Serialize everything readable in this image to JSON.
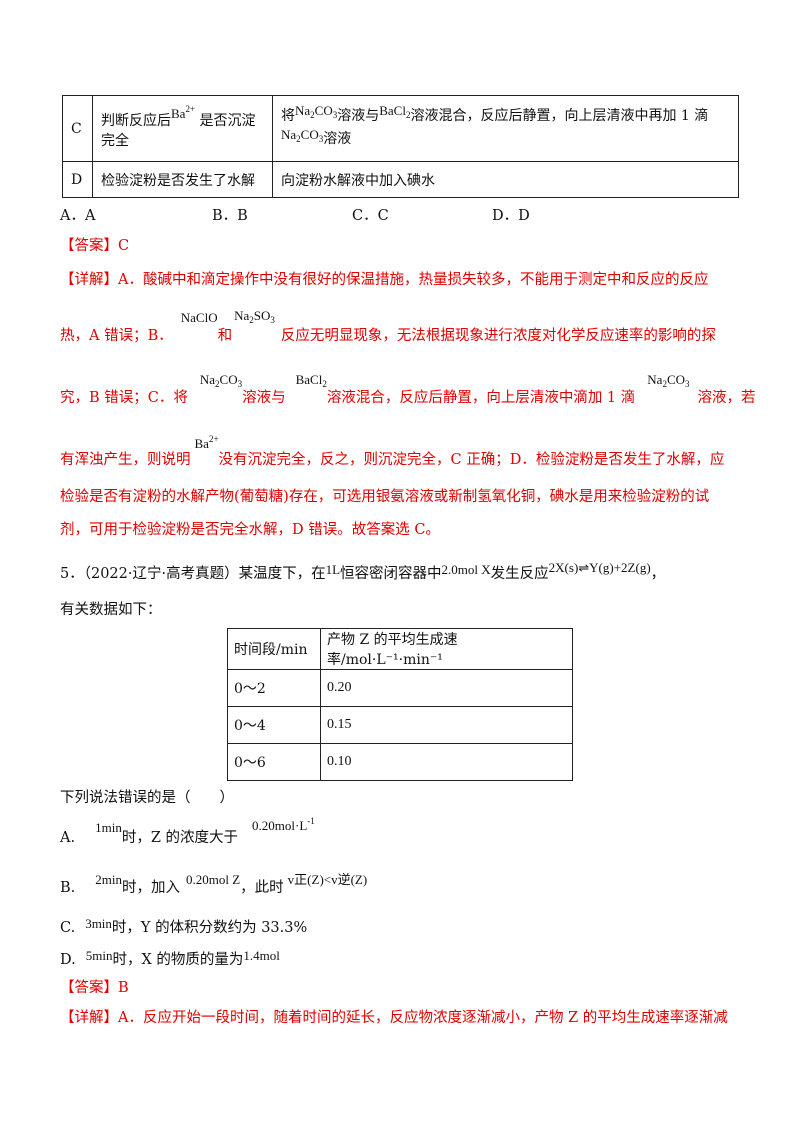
{
  "table1": {
    "rows": [
      {
        "letter": "C",
        "purpose_pre": "判断反应后",
        "ion": "Ba",
        "ion_charge": "2+",
        "purpose_post": "是否沉淀",
        "purpose_line2": "完全",
        "op_1": "将",
        "op_f1": "Na",
        "op_f1_sub": "2",
        "op_f1b": "CO",
        "op_f1_sub2": "3",
        "op_2": "溶液与",
        "op_f2": "BaCl",
        "op_f2_sub": "2",
        "op_3": "溶液混合，反应后静置，向上层清液中再加 1 滴",
        "op_f3": "Na",
        "op_f3_sub": "2",
        "op_f3b": "CO",
        "op_f3_sub2": "3",
        "op_4": "溶液"
      },
      {
        "letter": "D",
        "purpose": "检验淀粉是否发生了水解",
        "operation": "向淀粉水解液中加入碘水"
      }
    ]
  },
  "q4_options": [
    "A．A",
    "B．B",
    "C．C",
    "D．D"
  ],
  "q4_answer": "【答案】C",
  "q4_detail": {
    "l1": "【详解】A．酸碱中和滴定操作中没有很好的保温措施，热量损失较多，不能用于测定中和反应的反应",
    "l2_a": "热，A 错误；B．",
    "l2_f1": "NaClO",
    "l2_b": "和",
    "l2_f2": "Na",
    "l2_f2_sub": "2",
    "l2_f2b": "SO",
    "l2_f2_sub2": "3",
    "l2_c": "反应无明显现象，无法根据现象进行浓度对化学反应速率的影响的探",
    "l3_a": "究，B 错误；C．将",
    "l3_f1": "Na",
    "l3_f1_sub": "2",
    "l3_f1b": "CO",
    "l3_f1_sub2": "3",
    "l3_b": "溶液与",
    "l3_f2": "BaCl",
    "l3_f2_sub": "2",
    "l3_c": "溶液混合，反应后静置，向上层清液中滴加 1 滴",
    "l3_f3": "Na",
    "l3_f3_sub": "2",
    "l3_f3b": "CO",
    "l3_f3_sub2": "3",
    "l3_d": "溶液，若",
    "l4_a": "有浑浊产生，则说明",
    "l4_f1": "Ba",
    "l4_f1_sup": "2+",
    "l4_b": "没有沉淀完全，反之，则沉淀完全，C 正确；D．检验淀粉是否发生了水解，应",
    "l5": "检验是否有淀粉的水解产物(葡萄糖)存在，可选用银氨溶液或新制氢氧化铜，碘水是用来检验淀粉的试",
    "l6": "剂，可用于检验淀粉是否完全水解，D 错误。故答案选 C。"
  },
  "q5": {
    "stem_a": "5．（2022·辽宁·高考真题）某温度下，在",
    "vol": "1L",
    "stem_b": "恒容密闭容器中",
    "amount": "2.0mol X",
    "stem_c": "发生反应",
    "reaction": "2X(s)⇌Y(g)+2Z(g)",
    "stem_d": "，",
    "stem_line2": "有关数据如下：",
    "table_header": [
      "时间段/min",
      "产物 Z 的平均生成速率/mol·L⁻¹·min⁻¹"
    ],
    "table_rows": [
      [
        "0～2",
        "0.20"
      ],
      [
        "0～4",
        "0.15"
      ],
      [
        "0～6",
        "0.10"
      ]
    ],
    "question": "下列说法错误的是（　　）",
    "opt_a": {
      "label": "A.",
      "f1": "1min",
      "t1": "时，Z 的浓度大于",
      "f2": "0.20mol·L",
      "f2_sup": "-1"
    },
    "opt_b": {
      "label": "B.",
      "f1": "2min",
      "t1": "时，加入",
      "f2": "0.20mol Z",
      "t2": "，此时",
      "f3": "v正(Z)<v逆(Z)"
    },
    "opt_c": {
      "label": "C.",
      "f1": "3min",
      "t1": "时，Y 的体积分数约为 33.3%"
    },
    "opt_d": {
      "label": "D.",
      "f1": "5min",
      "t1": "时，X 的物质的量为",
      "f2": "1.4mol"
    },
    "answer": "【答案】B",
    "detail": "【详解】A．反应开始一段时间，随着时间的延长，反应物浓度逐渐减小，产物 Z 的平均生成速率逐渐减"
  }
}
